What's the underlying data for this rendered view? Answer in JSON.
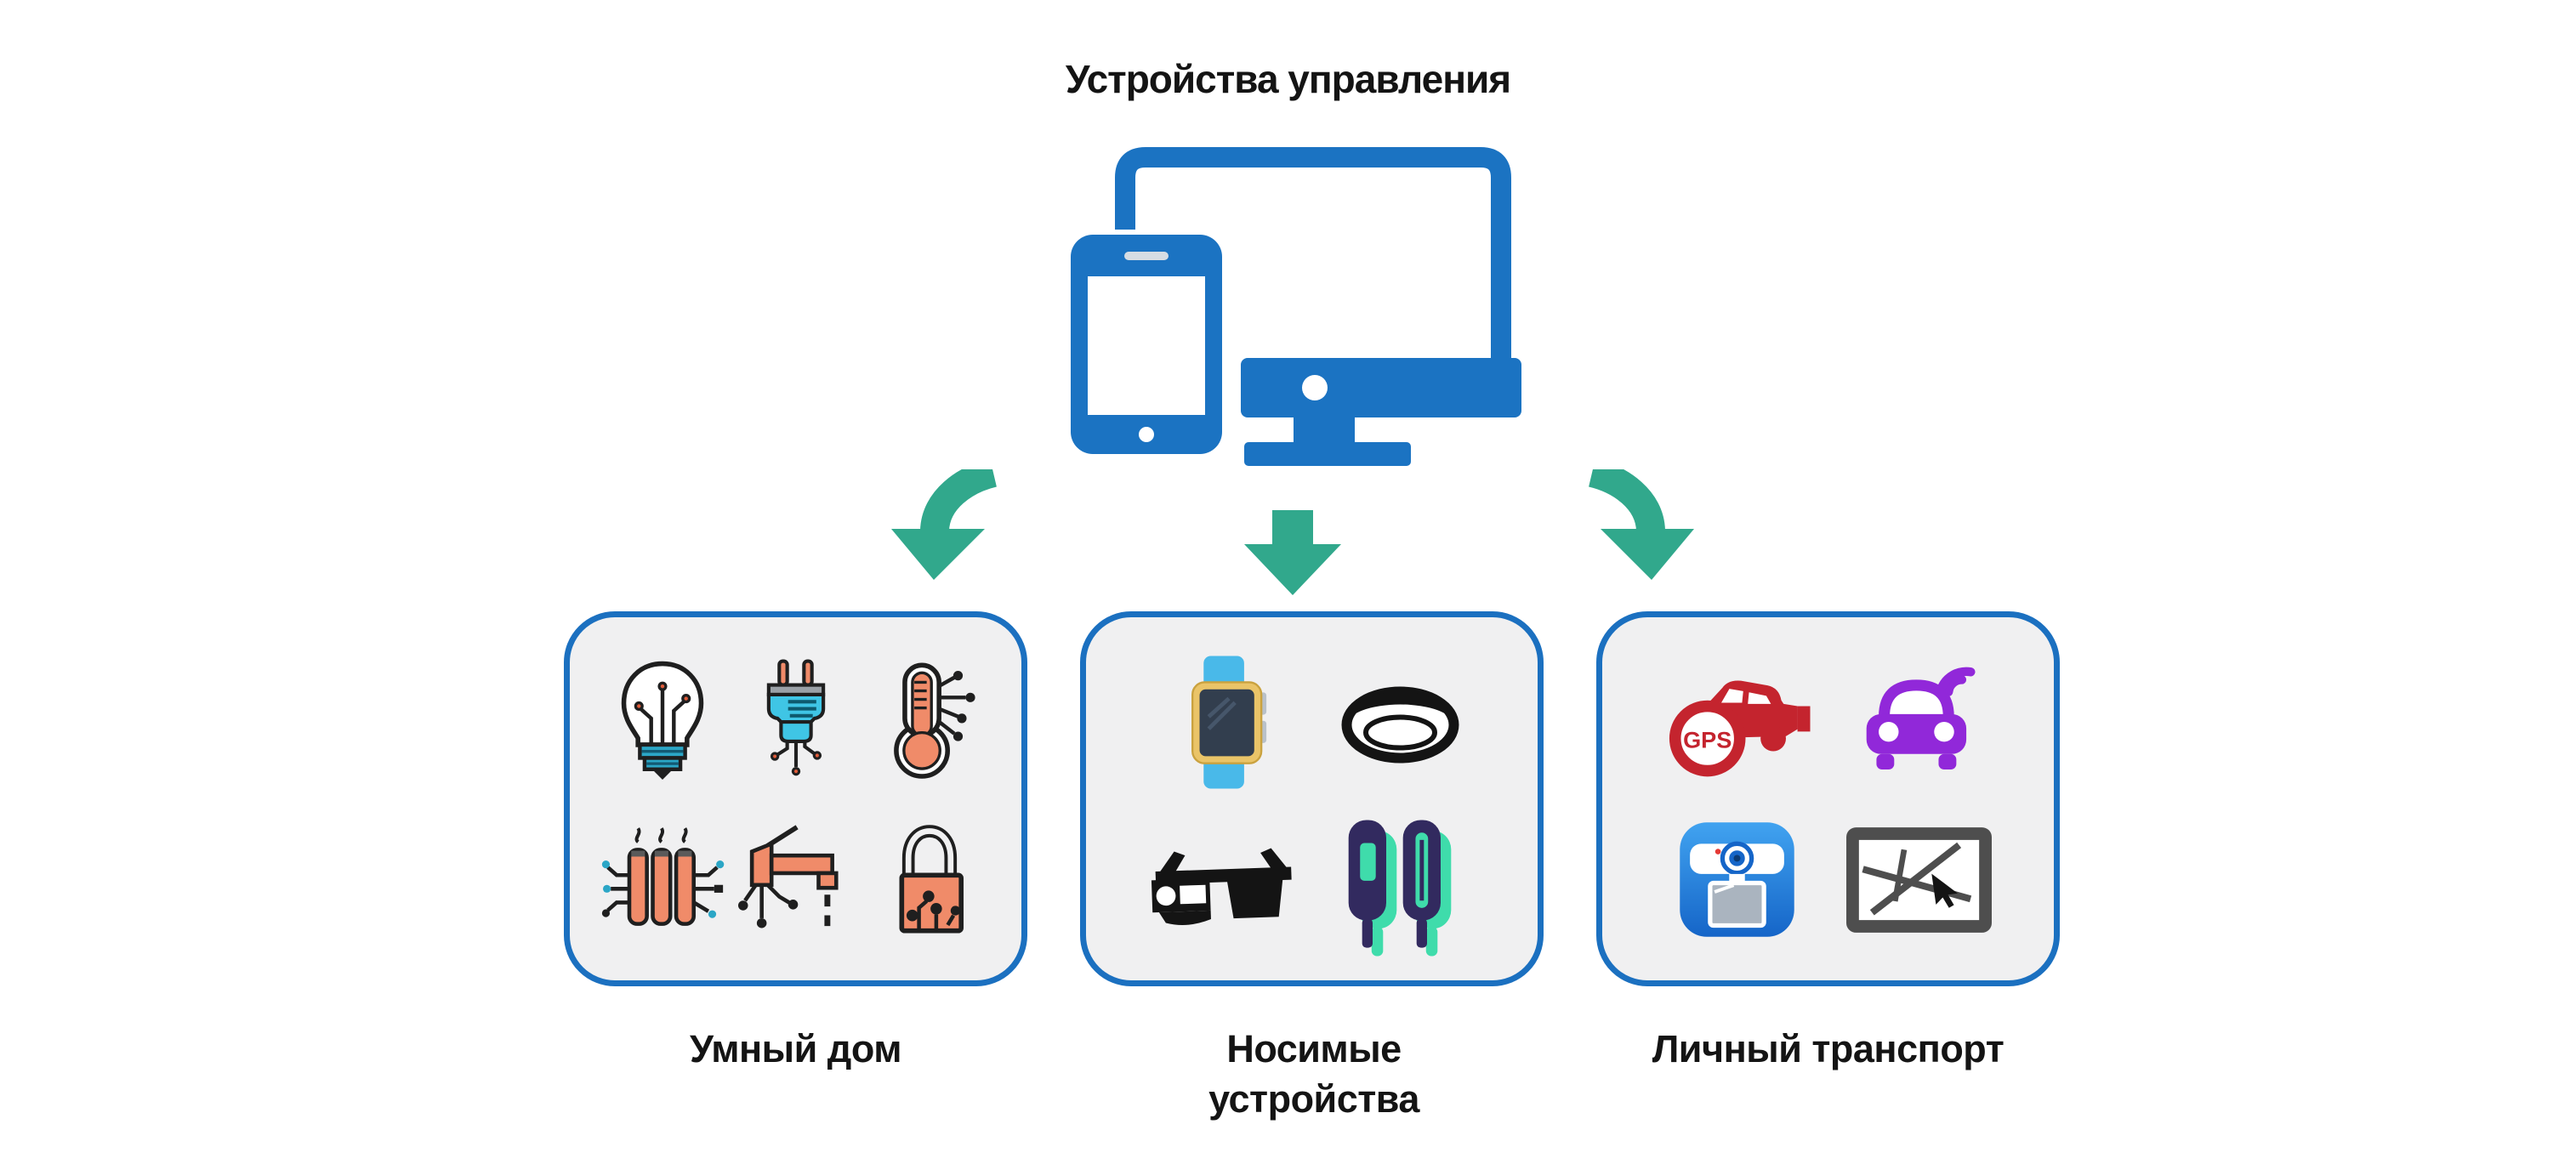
{
  "title": "Устройства управления",
  "colors": {
    "device_blue": "#1b73c2",
    "box_border_blue": "#1b70c0",
    "box_fill": "#f0f0f1",
    "arrow_teal": "#31a88c",
    "outline_black": "#1f1f1f",
    "salmon": "#f08b69",
    "cyan": "#3fc5e5",
    "navy": "#322a5f",
    "mint": "#3fdcab",
    "red": "#c4242e",
    "purple": "#9128d9",
    "text": "#141414"
  },
  "control_devices": {
    "icons": [
      "smartphone-icon",
      "desktop-monitor-icon"
    ]
  },
  "arrows": {
    "items": [
      "curved-down-left-arrow-icon",
      "straight-down-arrow-icon",
      "curved-down-right-arrow-icon"
    ]
  },
  "categories": [
    {
      "label": "Умный дом",
      "icons": [
        "smart-bulb-icon",
        "smart-plug-icon",
        "smart-thermometer-icon",
        "smart-radiator-icon",
        "smart-faucet-icon",
        "smart-lock-icon"
      ]
    },
    {
      "label": "Носимые устройства",
      "icons": [
        "smartwatch-icon",
        "fitness-band-icon",
        "smart-glasses-icon",
        "fitness-trackers-icon"
      ]
    },
    {
      "label": "Личный транспорт",
      "badge_text": "GPS",
      "icons": [
        "gps-car-icon",
        "connected-car-icon",
        "dashcam-icon",
        "car-navigator-icon"
      ]
    }
  ]
}
